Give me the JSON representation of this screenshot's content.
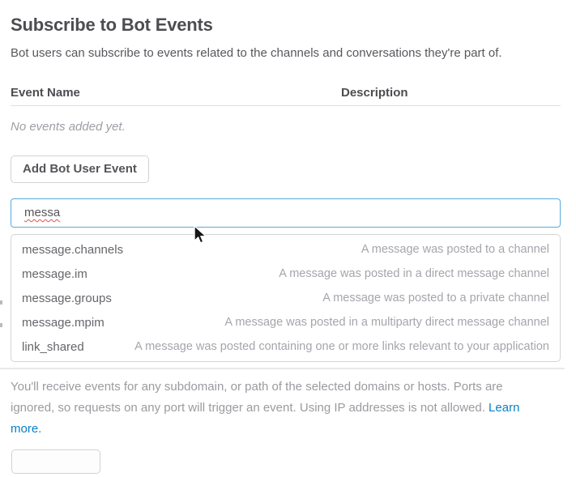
{
  "page": {
    "title": "Subscribe to Bot Events",
    "subtitle": "Bot users can subscribe to events related to the channels and conversations they're part of."
  },
  "events_table": {
    "columns": [
      "Event Name",
      "Description"
    ],
    "empty_message": "No events added yet."
  },
  "actions": {
    "add_event_label": "Add Bot User Event"
  },
  "event_search": {
    "value": "messa"
  },
  "suggestions": [
    {
      "name": "message.channels",
      "description": "A message was posted to a channel"
    },
    {
      "name": "message.im",
      "description": "A message was posted in a direct message channel"
    },
    {
      "name": "message.groups",
      "description": "A message was posted to a private channel"
    },
    {
      "name": "message.mpim",
      "description": "A message was posted in a multiparty direct message channel"
    },
    {
      "name": "link_shared",
      "description": "A message was posted containing one or more links relevant to your application"
    }
  ],
  "footer": {
    "note": "You'll receive events for any subdomain, or path of the selected domains or hosts. Ports are ignored, so requests on any port will trigger an event. Using IP addresses is not allowed. ",
    "link_label": "Learn more."
  },
  "colors": {
    "input_focus_border": "#57aadf",
    "link_blue": "#0b80c3",
    "text_dark": "#4d4d51",
    "text_body": "#555459",
    "text_muted": "#9e9ea6",
    "divider": "#e0e0e0",
    "spellcheck_red": "#e0524d"
  }
}
